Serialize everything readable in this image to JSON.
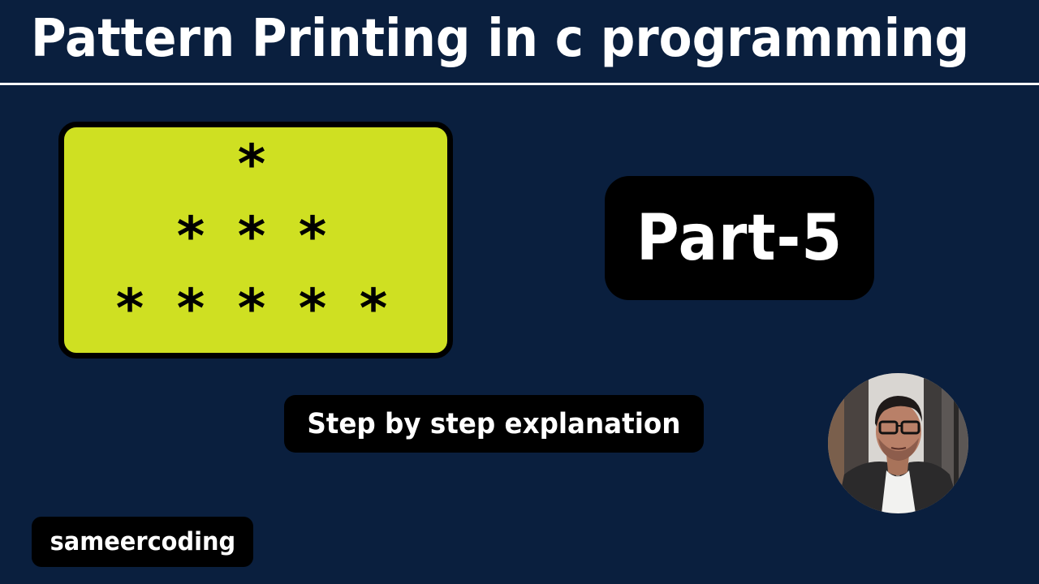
{
  "header": {
    "title": "Pattern Printing in c programming"
  },
  "pattern": {
    "background_color": "#cfe022",
    "border_color": "#000000",
    "rows": [
      [
        "*"
      ],
      [
        "*",
        "*",
        "*"
      ],
      [
        "*",
        "*",
        "*",
        "*",
        "*"
      ]
    ]
  },
  "part_badge": {
    "label": "Part-5"
  },
  "subtitle_badge": {
    "label": "Step by step explanation"
  },
  "brand_badge": {
    "label": "sameercoding"
  },
  "avatar": {
    "description": "presenter photo"
  },
  "colors": {
    "background": "#0a1f3e",
    "badge": "#000000",
    "text": "#ffffff",
    "accent": "#cfe022"
  }
}
